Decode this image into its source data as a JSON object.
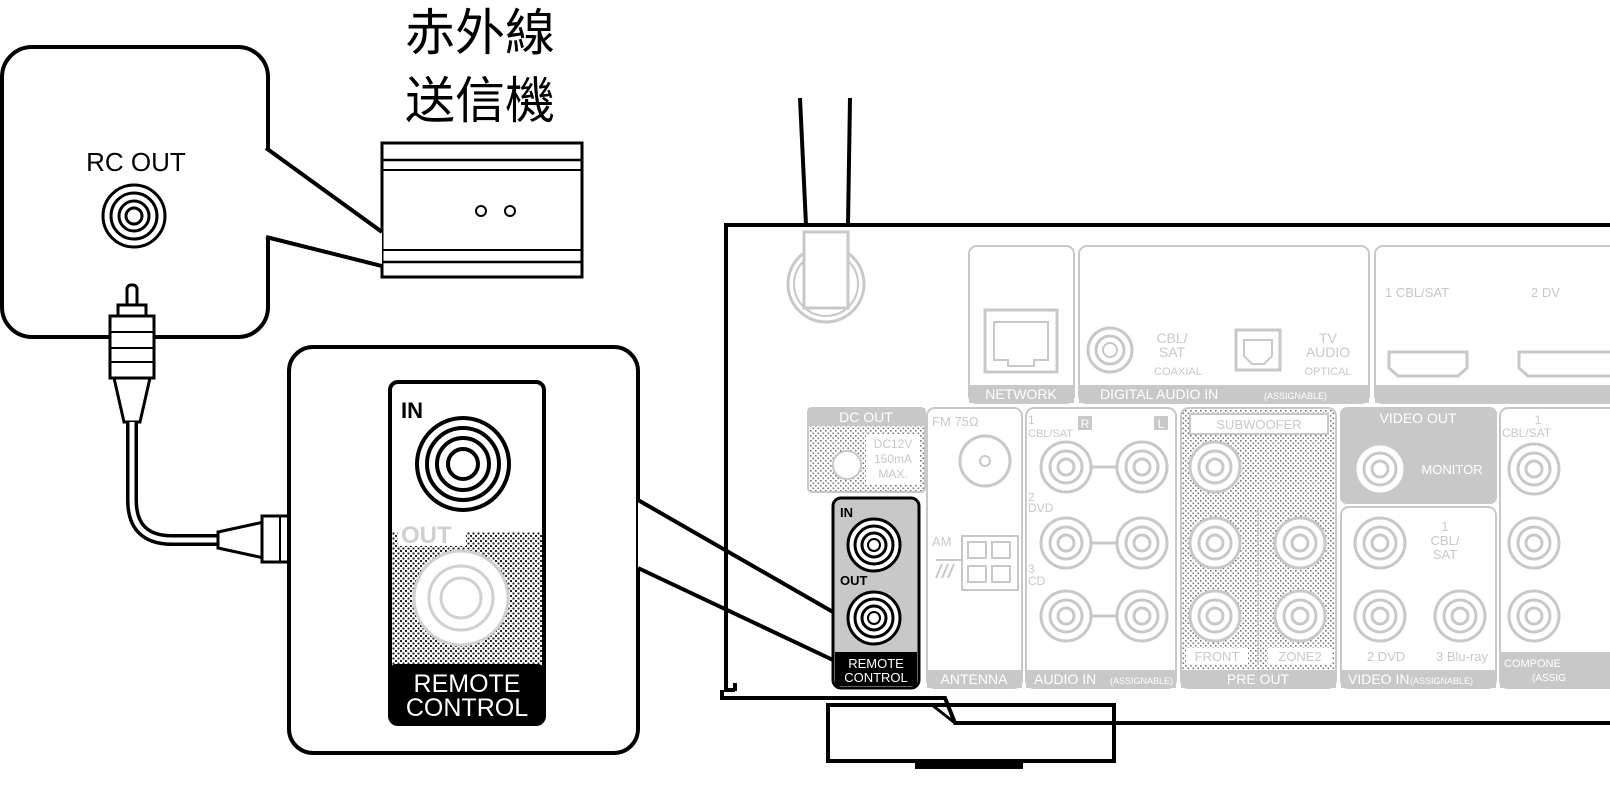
{
  "ir_transmitter": {
    "title_line1": "赤外線",
    "title_line2": "送信機"
  },
  "rc_out_label": "RC OUT",
  "zoom_panel": {
    "in_label": "IN",
    "out_label": "OUT",
    "remote_line1": "REMOTE",
    "remote_line2": "CONTROL"
  },
  "rear_panel": {
    "network": "NETWORK",
    "digital_audio_in": "DIGITAL AUDIO IN",
    "assignable": "(ASSIGNABLE)",
    "cbl_sat": "CBL/",
    "sat": "SAT",
    "coaxial": "COAXIAL",
    "tv": "TV",
    "audio": "AUDIO",
    "optical": "OPTICAL",
    "hdmi1": "1 CBL/SAT",
    "hdmi2": "2 DV",
    "dc_out": "DC OUT",
    "dc_spec1": "DC12V",
    "dc_spec2": "150mA",
    "dc_spec3": "MAX.",
    "fm": "FM  75Ω",
    "am": "AM",
    "antenna": "ANTENNA",
    "ain_1": "1",
    "ain_cblsat": "CBL/SAT",
    "ain_r": "R",
    "ain_l": "L",
    "ain_2": "2",
    "ain_dvd": "DVD",
    "ain_3": "3",
    "ain_cd": "CD",
    "audio_in": "AUDIO IN",
    "subwoofer": "SUBWOOFER",
    "front": "FRONT",
    "zone2": "ZONE2",
    "pre_out": "PRE OUT",
    "video_out": "VIDEO OUT",
    "monitor": "MONITOR",
    "vin_1": "1",
    "vin_cbl": "CBL/",
    "vin_sat": "SAT",
    "vin_2dvd": "2 DVD",
    "vin_3bluray": "3 Blu-ray",
    "video_in": "VIDEO IN",
    "rc_in": "IN",
    "rc_out": "OUT",
    "rc_remote": "REMOTE",
    "rc_control": "CONTROL",
    "comp_1": "1",
    "comp_cblsat": "CBL/SAT",
    "comp_label": "COMPONE",
    "comp_assign": "(ASSIG"
  }
}
